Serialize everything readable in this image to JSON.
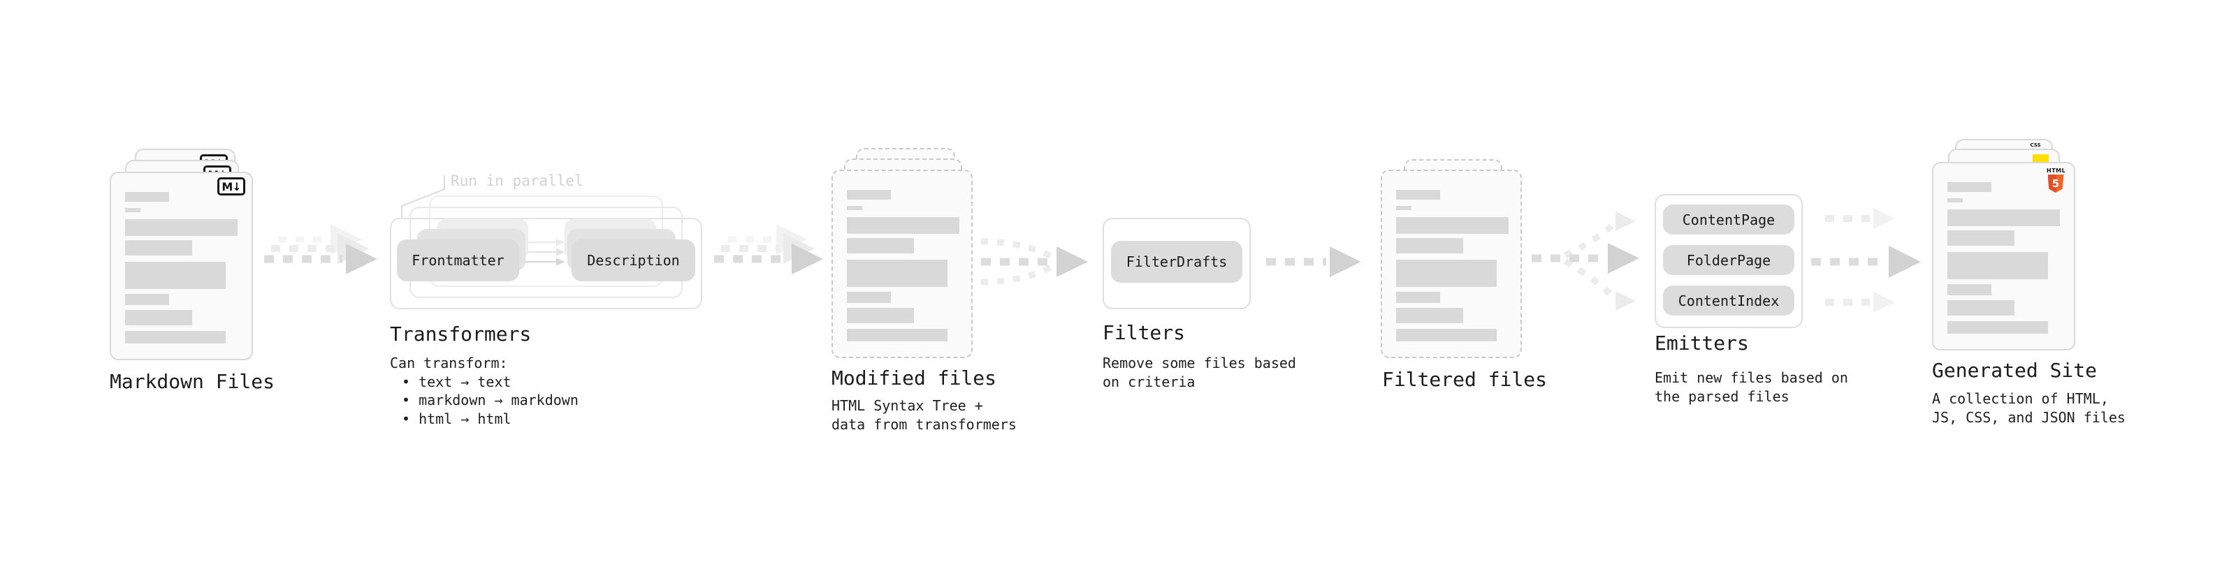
{
  "nodes": {
    "markdown_files": {
      "label": "Markdown Files",
      "icon_label": "M↓"
    },
    "transformers": {
      "annotation": "Run in parallel",
      "pill_frontmatter": "Frontmatter",
      "pill_description": "Description",
      "title": "Transformers",
      "body_heading": "Can transform:",
      "bullets": [
        "• text → text",
        "• markdown → markdown",
        "• html → html"
      ]
    },
    "modified_files": {
      "label": "Modified files",
      "description": "HTML Syntax Tree +\ndata from transformers"
    },
    "filters": {
      "title": "Filters",
      "pill": "FilterDrafts",
      "description": "Remove some files based\non criteria"
    },
    "filtered_files": {
      "label": "Filtered files"
    },
    "emitters": {
      "title": "Emitters",
      "pills": [
        "ContentPage",
        "FolderPage",
        "ContentIndex"
      ],
      "description": "Emit new files based on\nthe parsed files"
    },
    "generated_site": {
      "label": "Generated Site",
      "description": "A collection of HTML,\nJS, CSS, and JSON files",
      "html5_badge": "HTML",
      "html5_number": "5",
      "css_badge": "CSS"
    }
  },
  "colors": {
    "accent_html5": "#e44d26",
    "accent_js": "#ffdf00",
    "accent_css": "#2c6bf5",
    "bar_fill": "#d9d9d9",
    "arrow": "#d2d2d2"
  }
}
